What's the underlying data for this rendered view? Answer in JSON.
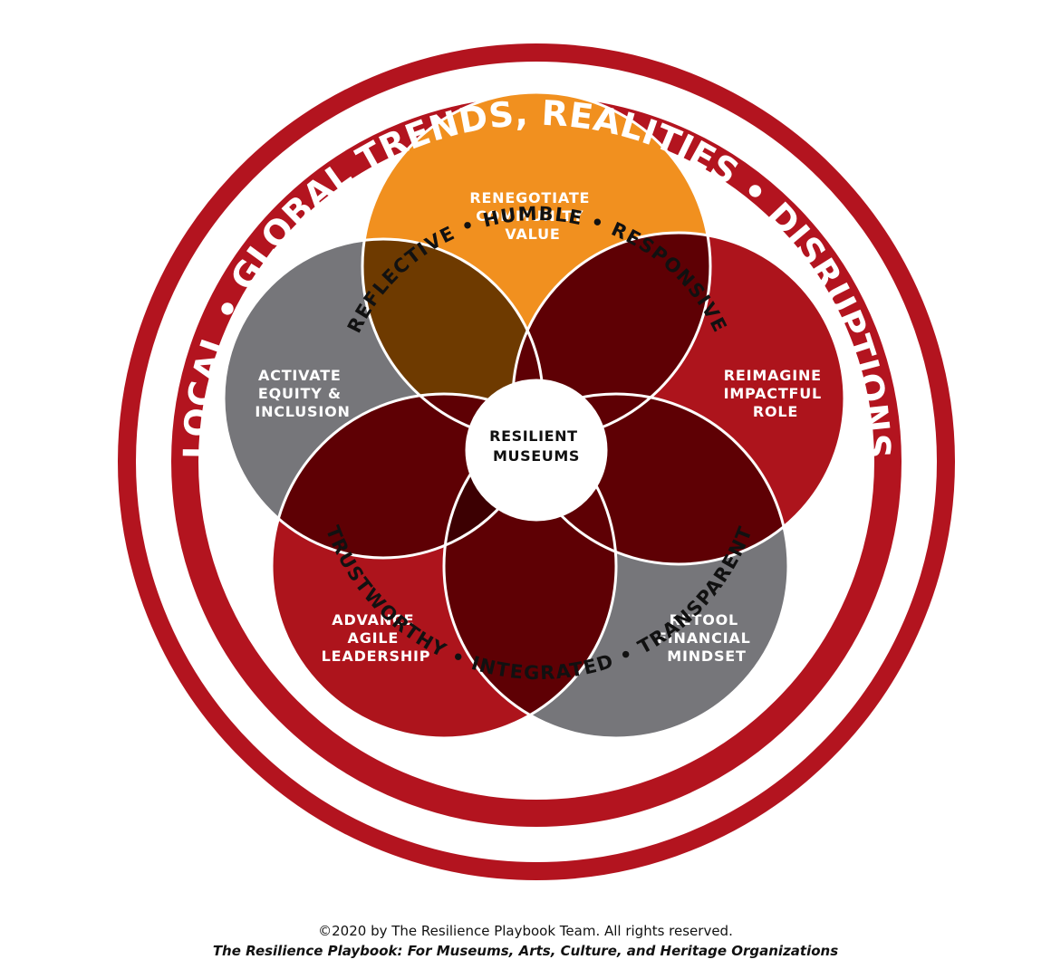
{
  "outer_ring": {
    "text": "LOCAL • GLOBAL TRENDS, REALITIES • DISRUPTIONS",
    "color": "#b3141f"
  },
  "top_values": "REFLECTIVE • HUMBLE • RESPONSIVE",
  "bottom_values": "TRUSTWORTHY • INTEGRATED • TRANSPARENT",
  "petals": [
    {
      "id": "top",
      "lines": [
        "RENEGOTIATE",
        "COMMUNITY",
        "VALUE"
      ],
      "color": "#f1901f"
    },
    {
      "id": "right",
      "lines": [
        "REIMAGINE",
        "IMPACTFUL",
        "ROLE"
      ],
      "color": "#ad141c"
    },
    {
      "id": "bottom-right",
      "lines": [
        "RETOOL",
        "FINANCIAL",
        "MINDSET"
      ],
      "color": "#76767a"
    },
    {
      "id": "bottom-left",
      "lines": [
        "ADVANCE",
        "AGILE",
        "LEADERSHIP"
      ],
      "color": "#ad141c"
    },
    {
      "id": "left",
      "lines": [
        "ACTIVATE",
        "EQUITY &",
        "INCLUSION"
      ],
      "color": "#76767a"
    }
  ],
  "center": {
    "lines": [
      "RESILIENT",
      "MUSEUMS"
    ]
  },
  "footer": {
    "copyright": "©2020 by The Resilience Playbook Team. All rights reserved.",
    "title": "The Resilience Playbook: For Museums, Arts, Culture, and Heritage Organizations"
  }
}
